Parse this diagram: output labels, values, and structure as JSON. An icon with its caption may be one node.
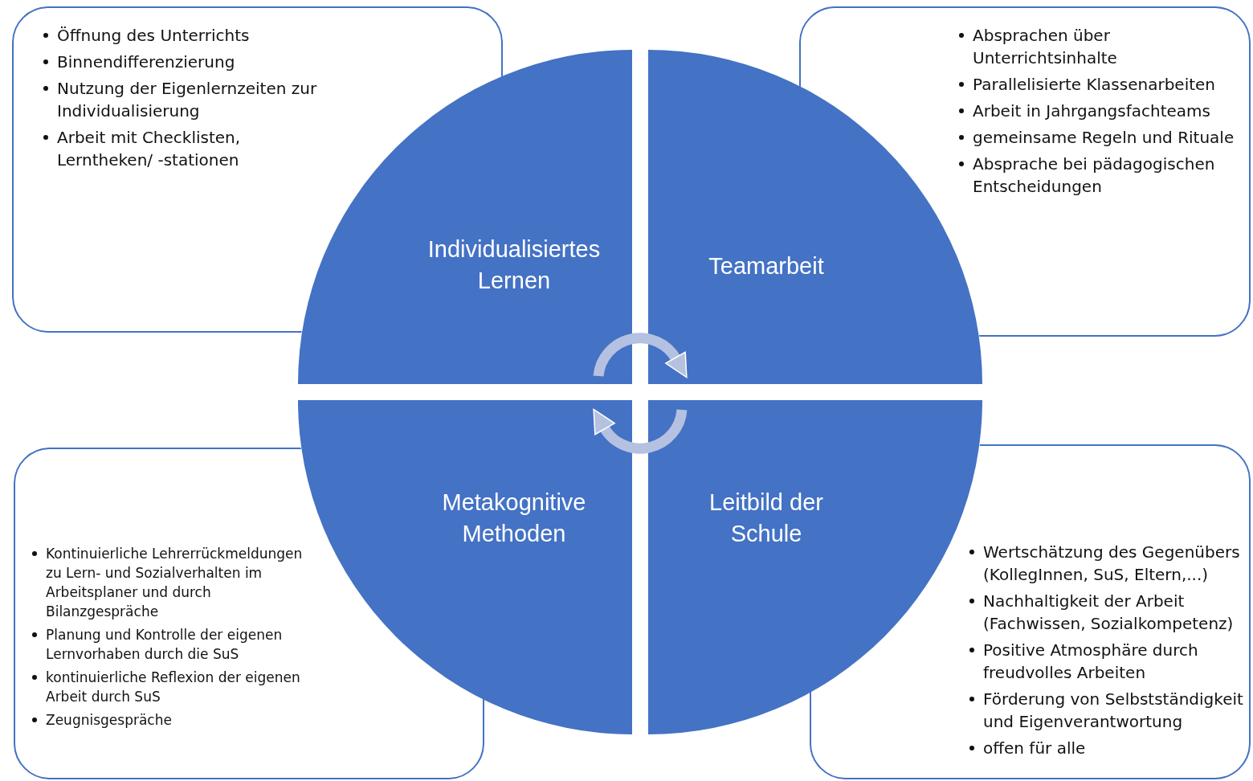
{
  "diagram": {
    "nodes": [
      {
        "text": [
          "Öffnung des Unterrichts",
          "Binnendifferenzierung",
          "Nutzung der Eigenlernzeiten zur Individualisierung",
          "Arbeit mit Checklisten, Lerntheken/ -stationen"
        ]
      },
      {
        "text": [
          "Absprachen über Unterrichtsinhalte",
          "Parallelisierte Klassenarbeiten",
          "Arbeit in Jahrgangsfachteams",
          "gemeinsame Regeln und Rituale",
          "Absprache bei pädagogischen Entscheidungen"
        ]
      },
      {
        "text": [
          "Individualisiertes Lernen"
        ]
      },
      {
        "text": [
          "Teamarbeit"
        ]
      },
      {
        "text": [
          "Metakognitive Methoden"
        ]
      },
      {
        "text": [
          "Leitbild der Schule"
        ]
      },
      {
        "text": [
          "Kontinuierliche Lehrerrückmeldungen zu Lern- und Sozialverhalten im Arbeitsplaner und durch Bilanzgespräche",
          "Planung und Kontrolle der eigenen Lernvorhaben durch die SuS",
          "kontinuierliche Reflexion der eigenen Arbeit durch SuS",
          "Zeugnisgespräche"
        ]
      },
      {
        "text": [
          "Wertschätzung des Gegenübers (KollegInnen, SuS, Eltern,...)",
          "Nachhaltigkeit der Arbeit (Fachwissen, Sozialkompetenz)",
          "Positive Atmosphäre durch freudvolles Arbeiten",
          "Förderung von Selbstständigkeit und Eigenverantwortung",
          "offen für alle"
        ]
      }
    ],
    "edges": [
      {
        "from": 2,
        "to": 3,
        "arrow": "to"
      },
      {
        "from": 5,
        "to": 4,
        "arrow": "to"
      }
    ]
  }
}
